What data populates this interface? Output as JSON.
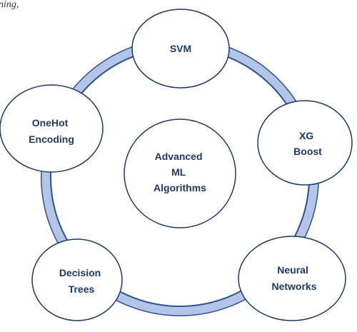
{
  "caption_fragment": "ning,",
  "colors": {
    "ring_fill": "#b4c6e7",
    "ring_stroke": "#2f4f8f",
    "node_fill": "#ffffff",
    "node_stroke": "#1f3864",
    "label": "#1f3864"
  },
  "center": {
    "lines": [
      "Advanced",
      "ML",
      "Algorithms"
    ]
  },
  "nodes": [
    {
      "id": "svm",
      "lines": [
        "SVM"
      ]
    },
    {
      "id": "xgboost",
      "lines": [
        "XG",
        "Boost"
      ]
    },
    {
      "id": "neural-networks",
      "lines": [
        "Neural",
        "Networks"
      ]
    },
    {
      "id": "decision-trees",
      "lines": [
        "Decision",
        "Trees"
      ]
    },
    {
      "id": "onehot-encoding",
      "lines": [
        "OneHot",
        "Encoding"
      ]
    }
  ]
}
